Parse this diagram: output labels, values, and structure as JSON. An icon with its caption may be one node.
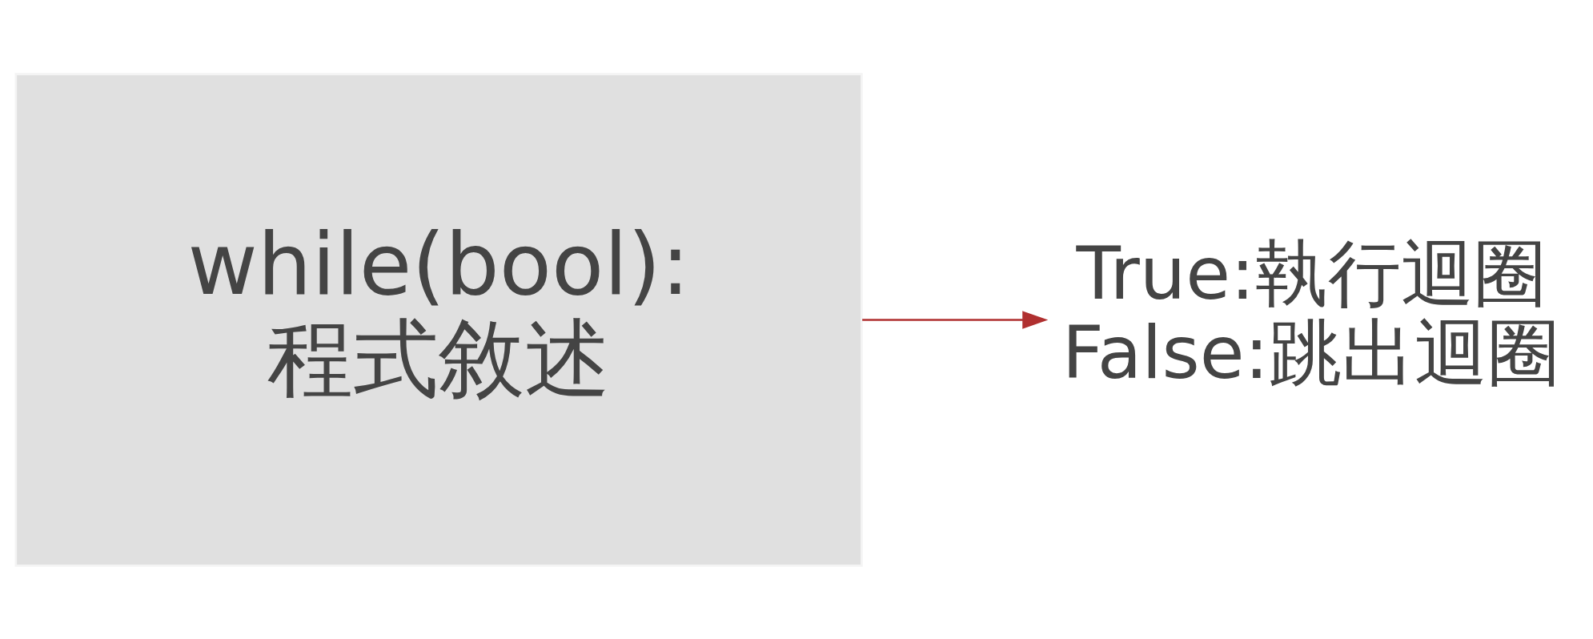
{
  "diagram": {
    "nodes": [
      {
        "text": [
          "while(bool):",
          "程式敘述"
        ]
      },
      {
        "text": [
          "True:執行迴圈",
          "False:跳出迴圈"
        ]
      }
    ],
    "edges": [
      {
        "from": 0,
        "to": 1,
        "arrow": "to",
        "color": "#b03030"
      }
    ]
  }
}
